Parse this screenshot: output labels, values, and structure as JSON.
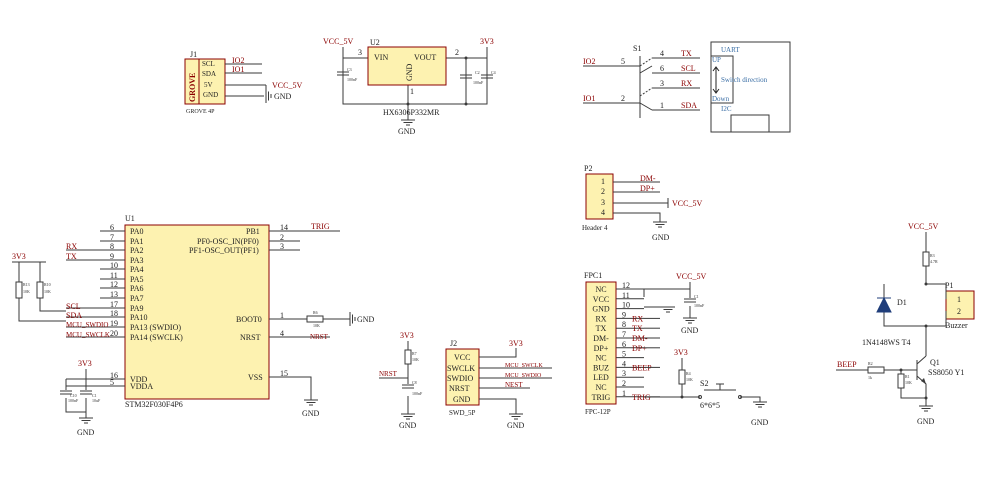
{
  "j1": {
    "ref": "J1",
    "pins": [
      "SCL",
      "SDA",
      "5V",
      "GND"
    ],
    "brand": "GROVE",
    "footprint": "GROVE 4P",
    "nets": [
      "IO2",
      "IO1"
    ],
    "vcc": "VCC_5V",
    "gnd": "GND"
  },
  "u2": {
    "ref": "U2",
    "vcc": "VCC_5V",
    "out": "3V3",
    "vin": "VIN",
    "vout": "VOUT",
    "gnd": "GND",
    "part": "HX6306P332MR",
    "pin_in": "3",
    "pin_out": "2",
    "pin_gnd": "1",
    "c_left": "C3",
    "c_left_v": "100nF",
    "c_right": "C2",
    "c_right2": "C4",
    "c_right_v": "100nF",
    "gnd_label": "GND"
  },
  "s1": {
    "ref": "S1",
    "left_nets": [
      "IO2",
      "IO1"
    ],
    "left_pins": [
      "5",
      "2"
    ],
    "right_pins": [
      "4",
      "6",
      "3",
      "1"
    ],
    "right_labels": [
      "TX",
      "SCL",
      "RX",
      "SDA"
    ],
    "uart": "UART",
    "up": "UP",
    "switch": "Switch direction",
    "down": "Down",
    "i2c": "I2C"
  },
  "p2": {
    "ref": "P2",
    "pins": [
      "1",
      "2",
      "3",
      "4"
    ],
    "nets": [
      "DM-",
      "DP+"
    ],
    "vcc": "VCC_5V",
    "footprint": "Header 4",
    "gnd": "GND"
  },
  "u1": {
    "ref": "U1",
    "part": "STM32F030F4P6",
    "left_pins": [
      {
        "n": "6",
        "l": "PA0"
      },
      {
        "n": "7",
        "l": "PA1"
      },
      {
        "n": "8",
        "l": "PA2"
      },
      {
        "n": "9",
        "l": "PA3"
      },
      {
        "n": "10",
        "l": "PA4"
      },
      {
        "n": "11",
        "l": "PA5"
      },
      {
        "n": "12",
        "l": "PA6"
      },
      {
        "n": "13",
        "l": "PA7"
      },
      {
        "n": "17",
        "l": "PA9"
      },
      {
        "n": "18",
        "l": "PA10"
      },
      {
        "n": "19",
        "l": "PA13 (SWDIO)"
      },
      {
        "n": "20",
        "l": "PA14 (SWCLK)"
      }
    ],
    "power_pins": [
      {
        "n": "16",
        "l": "VDD"
      },
      {
        "n": "5",
        "l": "VDDA"
      }
    ],
    "right_pins": [
      {
        "n": "14",
        "l": "PB1"
      },
      {
        "n": "2",
        "l": "PF0-OSC_IN(PF0)"
      },
      {
        "n": "3",
        "l": "PF1-OSC_OUT(PF1)"
      },
      {
        "n": "1",
        "l": "BOOT0"
      },
      {
        "n": "4",
        "l": "NRST"
      },
      {
        "n": "15",
        "l": "VSS"
      }
    ],
    "left_nets": [
      "RX",
      "TX"
    ],
    "i2c_nets": [
      "SCL",
      "SDA"
    ],
    "swd_nets": [
      "MCU_SWDIO",
      "MCU_SWCLK"
    ],
    "trig": "TRIG",
    "nrst": "NRST",
    "gnd": "GND",
    "r_boot": "R6",
    "r_boot_v": "10K",
    "v3": "3V3",
    "r13": "R13",
    "r13_v": "10K",
    "r10": "R10",
    "r10_v": "10K",
    "c10": "C10",
    "c10_v": "100nF",
    "c1": "C1",
    "c1_v": "10uF"
  },
  "j2": {
    "ref": "J2",
    "pins": [
      "VCC",
      "SWCLK",
      "SWDIO",
      "NRST",
      "GND"
    ],
    "footprint": "SWD_5P",
    "v3": "3V3",
    "nets": [
      "MCU_SWCLK",
      "MCU_SWDIO",
      "NEST"
    ],
    "nrst": "NRST",
    "r7": "R7",
    "r7_v": "10K",
    "c8": "C8",
    "c8_v": "100nF",
    "gnd": "GND"
  },
  "fpc": {
    "ref": "FPC1",
    "footprint": "FPC-12P",
    "vcc": "VCC_5V",
    "v3": "3V3",
    "rows": [
      {
        "l": "NC",
        "n": "12",
        "net": ""
      },
      {
        "l": "VCC",
        "n": "11",
        "net": ""
      },
      {
        "l": "GND",
        "n": "10",
        "net": ""
      },
      {
        "l": "RX",
        "n": "9",
        "net": "RX"
      },
      {
        "l": "TX",
        "n": "8",
        "net": "TX"
      },
      {
        "l": "DM-",
        "n": "7",
        "net": "DM-"
      },
      {
        "l": "DP+",
        "n": "6",
        "net": "DP+"
      },
      {
        "l": "NC",
        "n": "5",
        "net": ""
      },
      {
        "l": "BUZ",
        "n": "4",
        "net": "BEEP"
      },
      {
        "l": "LED",
        "n": "3",
        "net": ""
      },
      {
        "l": "NC",
        "n": "2",
        "net": ""
      },
      {
        "l": "TRIG",
        "n": "1",
        "net": "TRIG"
      }
    ],
    "c_ref": "C1",
    "c_val": "100nF",
    "r_ref": "R4",
    "r_val": "10K",
    "sw_ref": "S2",
    "sw_size": "6*6*5",
    "gnd": "GND"
  },
  "buzzer": {
    "vcc": "VCC_5V",
    "r_ref": "R3",
    "r_val": "4.7R",
    "p_ref": "P1",
    "p_pins": [
      "1",
      "2"
    ],
    "p_name": "Buzzer",
    "d_ref": "D1",
    "d_part": "1N4148WS T4",
    "q_ref": "Q1",
    "q_part": "SS8050 Y1",
    "beep": "BEEP",
    "r2": "R2",
    "r2_v": "1k",
    "r1": "R1",
    "r1_v": "10K",
    "gnd": "GND"
  }
}
